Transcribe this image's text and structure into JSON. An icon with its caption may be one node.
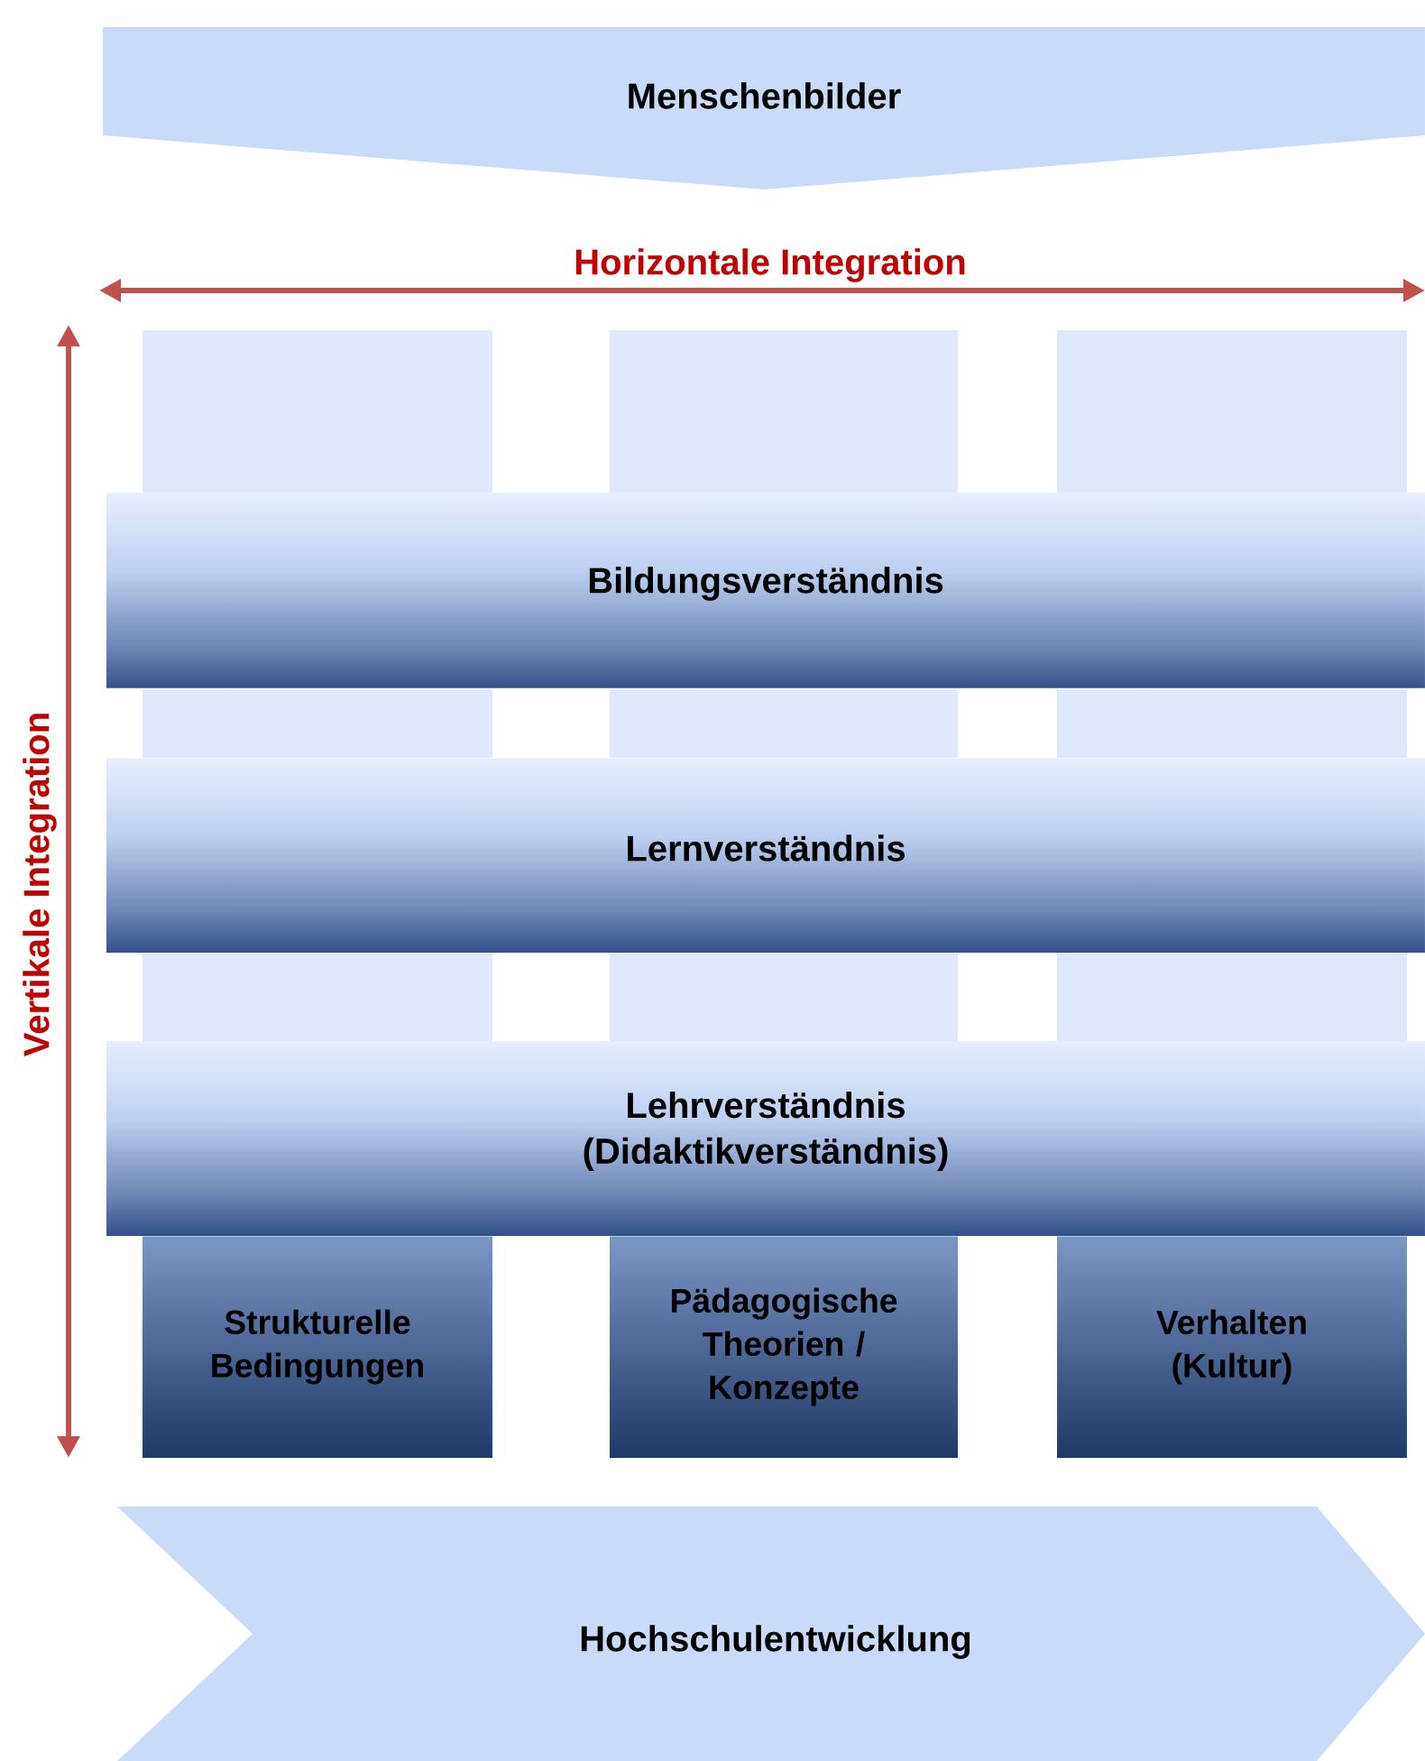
{
  "diagram": {
    "nodes": [
      {
        "text": [
          "Menschenbilder"
        ]
      },
      {
        "text": [
          "Bildungsverständnis"
        ]
      },
      {
        "text": [
          "Lernverständnis"
        ]
      },
      {
        "text": [
          "Lehrverständnis (Didaktikverständnis)"
        ]
      },
      {
        "text": [
          "Strukturelle Bedingungen"
        ]
      },
      {
        "text": [
          "Pädagogische Theorien / Konzepte"
        ]
      },
      {
        "text": [
          "Verhalten (Kultur)"
        ]
      },
      {
        "text": [
          "Hochschulentwicklung"
        ]
      },
      {
        "text": [],
        "shape": "bar"
      },
      {
        "text": [],
        "shape": "bar"
      },
      {
        "text": [],
        "shape": "bar"
      },
      {
        "text": [],
        "shape": "bar"
      },
      {
        "text": [],
        "shape": "bar"
      },
      {
        "text": [],
        "shape": "bar"
      },
      {
        "text": [],
        "shape": "bar"
      },
      {
        "text": [],
        "shape": "bar"
      },
      {
        "text": [],
        "shape": "bar"
      }
    ],
    "labels": [
      "Horizontale Integration",
      "Vertikale Integration"
    ]
  }
}
